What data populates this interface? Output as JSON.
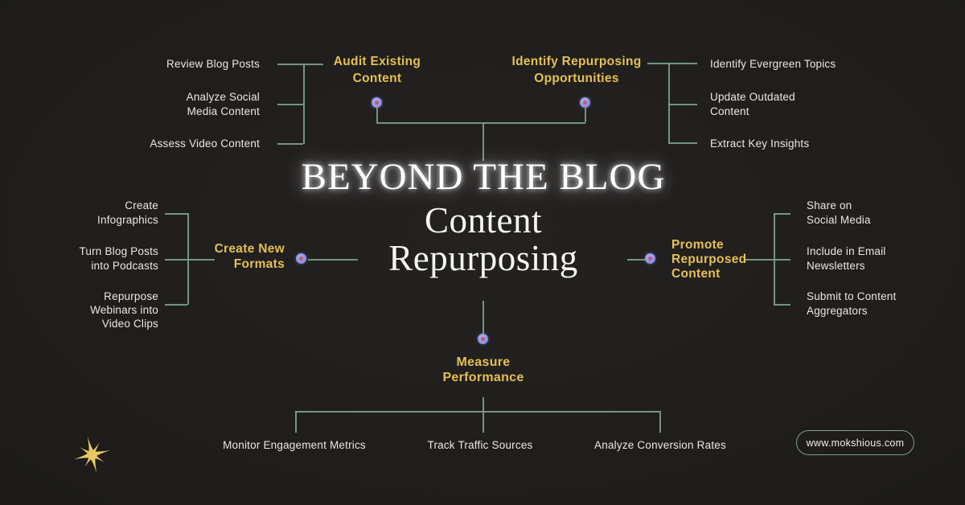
{
  "title": {
    "eyebrow": "BEYOND THE BLOG",
    "main": "Content\nRepurposing"
  },
  "branches": {
    "audit": {
      "label": "Audit Existing\nContent",
      "items": [
        "Review Blog Posts",
        "Analyze Social\nMedia Content",
        "Assess Video Content"
      ]
    },
    "identify": {
      "label": "Identify Repurposing\nOpportunities",
      "items": [
        "Identify Evergreen Topics",
        "Update Outdated\nContent",
        "Extract Key Insights"
      ]
    },
    "create": {
      "label": "Create New\nFormats",
      "items": [
        "Create\nInfographics",
        "Turn Blog Posts\ninto Podcasts",
        "Repurpose\nWebinars into\nVideo Clips"
      ]
    },
    "promote": {
      "label": "Promote\nRepurposed\nContent",
      "items": [
        "Share on\nSocial Media",
        "Include in Email\nNewsletters",
        "Submit to Content\nAggregators"
      ]
    },
    "measure": {
      "label": "Measure\nPerformance",
      "items": [
        "Monitor Engagement Metrics",
        "Track Traffic Sources",
        "Analyze Conversion Rates"
      ]
    }
  },
  "footer": {
    "website": "www.mokshious.com"
  },
  "colors": {
    "background": "#201e1c",
    "accent_yellow": "#e5c055",
    "line_green": "#7d9e89",
    "node_lavender": "#8b94e8",
    "node_center_pink": "#c8586b",
    "text_white": "#eae8e2",
    "star_gold": "#e9c763"
  }
}
